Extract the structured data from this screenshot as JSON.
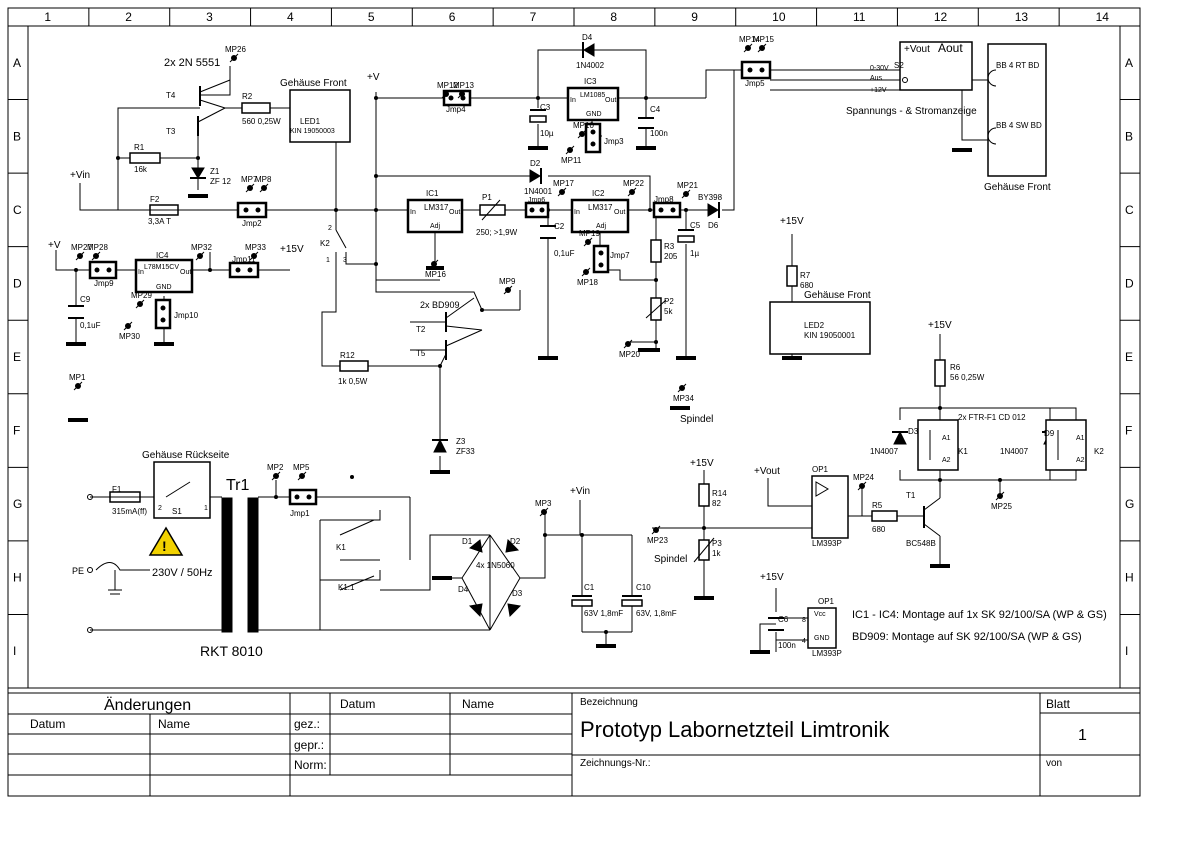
{
  "grid": {
    "cols": [
      "1",
      "2",
      "3",
      "4",
      "5",
      "6",
      "7",
      "8",
      "9",
      "10",
      "11",
      "12",
      "13",
      "14"
    ],
    "rows": [
      "A",
      "B",
      "C",
      "D",
      "E",
      "F",
      "G",
      "H",
      "I"
    ]
  },
  "components": {
    "t4": "T4",
    "t3": "T3",
    "t4t3": "2x 2N 5551",
    "r1": "R1",
    "r1v": "16k",
    "r2": "R2",
    "r2v": "560 0,25W",
    "z1": "Z1",
    "z1v": "ZF 12",
    "led1_title": "Gehäuse Front",
    "led1": "LED1",
    "led1v": "KIN 19050003",
    "vin": "+Vin",
    "f2": "F2",
    "f2v": "3,3A T",
    "jmp2": "Jmp2",
    "k2": "K2",
    "k2p1": "1",
    "k2p2": "2",
    "k2p3": "3",
    "vplus": "+V",
    "ic4": "IC4",
    "ic4t": "L78M15CV",
    "ic4in": "In",
    "ic4out": "Out",
    "ic4gnd": "GND",
    "jmp9": "Jmp9",
    "jmp11": "Jmp11",
    "p15v": "+15V",
    "jmp10": "Jmp10",
    "c9": "C9",
    "c9v": "0,1uF",
    "ic1": "IC1",
    "ic1t": "LM317",
    "ic1in": "In",
    "ic1out": "Out",
    "ic1adj": "Adj",
    "p1": "P1",
    "p1v": "250; >1,9W",
    "jmp6": "Jmp6",
    "d2": "D2",
    "d2v": "1N4001",
    "ic2": "IC2",
    "ic2t": "LM317",
    "ic2in": "In",
    "ic2out": "Out",
    "ic2adj": "Adj",
    "jmp7": "Jmp7",
    "jmp8": "Jmp8",
    "d6": "D6",
    "d6v": "BY398",
    "c2": "C2",
    "c2v": "0,1uF",
    "r3": "R3",
    "r3v": "205",
    "c5": "C5",
    "c5v": "1µ",
    "p2": "P2",
    "p2v": "5k",
    "t2": "T2",
    "t5": "T5",
    "t2t5": "2x BD909",
    "r12": "R12",
    "r12v": "1k 0,5W",
    "z3": "Z3",
    "z3v": "ZF33",
    "jmp4": "Jmp4",
    "d4": "D4",
    "d4v": "1N4002",
    "ic3": "IC3",
    "ic3t": "LM1085",
    "ic3in": "In",
    "ic3out": "Out",
    "ic3gnd": "GND",
    "c3": "C3",
    "c3v": "10µ",
    "c4": "C4",
    "c4v": "100n",
    "jmp3": "Jmp3",
    "jmp5": "Jmp5",
    "s2": "S2",
    "s2a": "0-30V",
    "s2b": "Aus",
    "s2c": "+12V",
    "vout_lbl": "+Vout",
    "aout_lbl": "Aout",
    "bb_rt": "BB 4 RT BD",
    "bb_sw": "BB 4 SW BD",
    "meter_title": "Spannungs - & Stromanzeige",
    "meter_front": "Gehäuse Front",
    "r7": "R7",
    "r7v": "680",
    "led2_title": "Gehäuse Front",
    "led2": "LED2",
    "led2v": "KIN 19050001",
    "spindel": "Spindel",
    "r6": "R6",
    "r6v": "56 0,25W",
    "relays": "2x FTR-F1 CD 012",
    "d3": "D3",
    "d3v": "1N4007",
    "d9": "D9",
    "d9v": "1N4007",
    "k1": "K1",
    "k2r": "K2",
    "a1": "A1",
    "a2": "A2",
    "t1": "T1",
    "t1v": "BC548B",
    "r5": "R5",
    "r5v": "680",
    "op1": "OP1",
    "op1v": "LM393P",
    "op1b": "OP1",
    "op1bv": "LM393P",
    "vcc": "Vcc",
    "gnd": "GND",
    "pin8": "8",
    "pin4": "4",
    "vout": "+Vout",
    "r14": "R14",
    "r14v": "82",
    "p3": "P3",
    "p3v": "1k",
    "spindel2": "Spindel",
    "c6": "C6",
    "c6v": "100n",
    "c1": "C1",
    "c1v": "63V 1,8mF",
    "c10": "C10",
    "c10v": "63V, 1,8mF",
    "bridge": "4x 1N5060",
    "d1": "D1",
    "d2b": "D2",
    "d3b": "D3",
    "d4b": "D4",
    "f1": "F1",
    "f1v": "315mA(ff)",
    "s1_title": "Gehäuse Rückseite",
    "s1": "S1",
    "s1p1": "1",
    "s1p2": "2",
    "tr1": "Tr1",
    "rkt": "RKT 8010",
    "jmp1": "Jmp1",
    "k1r": "K1",
    "k11": "K1.1",
    "pe": "PE",
    "mains": "230V / 50Hz",
    "note1": "IC1 - IC4: Montage auf 1x SK 92/100/SA (WP &  GS)",
    "note2": "BD909: Montage auf SK 92/100/SA (WP & GS)"
  },
  "mps": {
    "mp1": "MP1",
    "mp2": "MP2",
    "mp3": "MP3",
    "mp5": "MP5",
    "mp7": "MP7",
    "mp8": "MP8",
    "mp9": "MP9",
    "mp10": "MP10",
    "mp11": "MP11",
    "mp12": "MP12",
    "mp13": "MP13",
    "mp14": "MP14",
    "mp15": "MP15",
    "mp16": "MP16",
    "mp17": "MP17",
    "mp18": "MP18",
    "mp19": "MP19",
    "mp20": "MP20",
    "mp21": "MP21",
    "mp22": "MP22",
    "mp23": "MP23",
    "mp24": "MP24",
    "mp25": "MP25",
    "mp26": "MP26",
    "mp27": "MP27",
    "mp28": "MP28",
    "mp29": "MP29",
    "mp30": "MP30",
    "mp32": "MP32",
    "mp33": "MP33",
    "mp34": "MP34"
  },
  "title_block": {
    "aenderungen": "Änderungen",
    "datum": "Datum",
    "name": "Name",
    "datum2": "Datum",
    "name2": "Name",
    "gez": "gez.:",
    "gepr": "gepr.:",
    "norm": "Norm:",
    "bezeichnung_label": "Bezeichnung",
    "bezeichnung": "Prototyp Labornetzteil Limtronik",
    "zeichnungsnr": "Zeichnungs-Nr.:",
    "blatt_label": "Blatt",
    "blatt": "1",
    "von": "von"
  }
}
